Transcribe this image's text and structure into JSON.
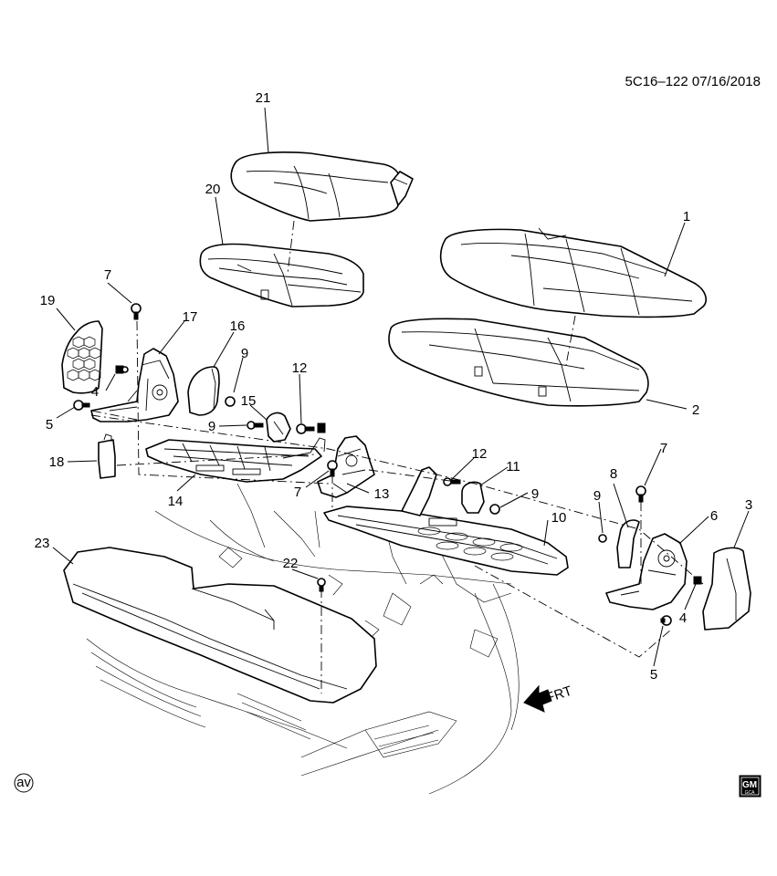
{
  "header": {
    "code": "5C16–122 07/16/2018"
  },
  "callouts": {
    "c1": "1",
    "c2": "2",
    "c3": "3",
    "c4a": "4",
    "c4b": "4",
    "c5a": "5",
    "c5b": "5",
    "c6": "6",
    "c7a": "7",
    "c7b": "7",
    "c7c": "7",
    "c8": "8",
    "c9a": "9",
    "c9b": "9",
    "c9c": "9",
    "c9d": "9",
    "c10": "10",
    "c11": "11",
    "c12a": "12",
    "c12b": "12",
    "c13": "13",
    "c14": "14",
    "c15": "15",
    "c16": "16",
    "c17": "17",
    "c18": "18",
    "c19": "19",
    "c20": "20",
    "c21": "21",
    "c22": "22",
    "c23": "23"
  },
  "direction_arrow": {
    "label": "FRT"
  },
  "corner_mark": {
    "label": "av"
  },
  "logo": {
    "brand": "GM",
    "sub": "GCA"
  }
}
